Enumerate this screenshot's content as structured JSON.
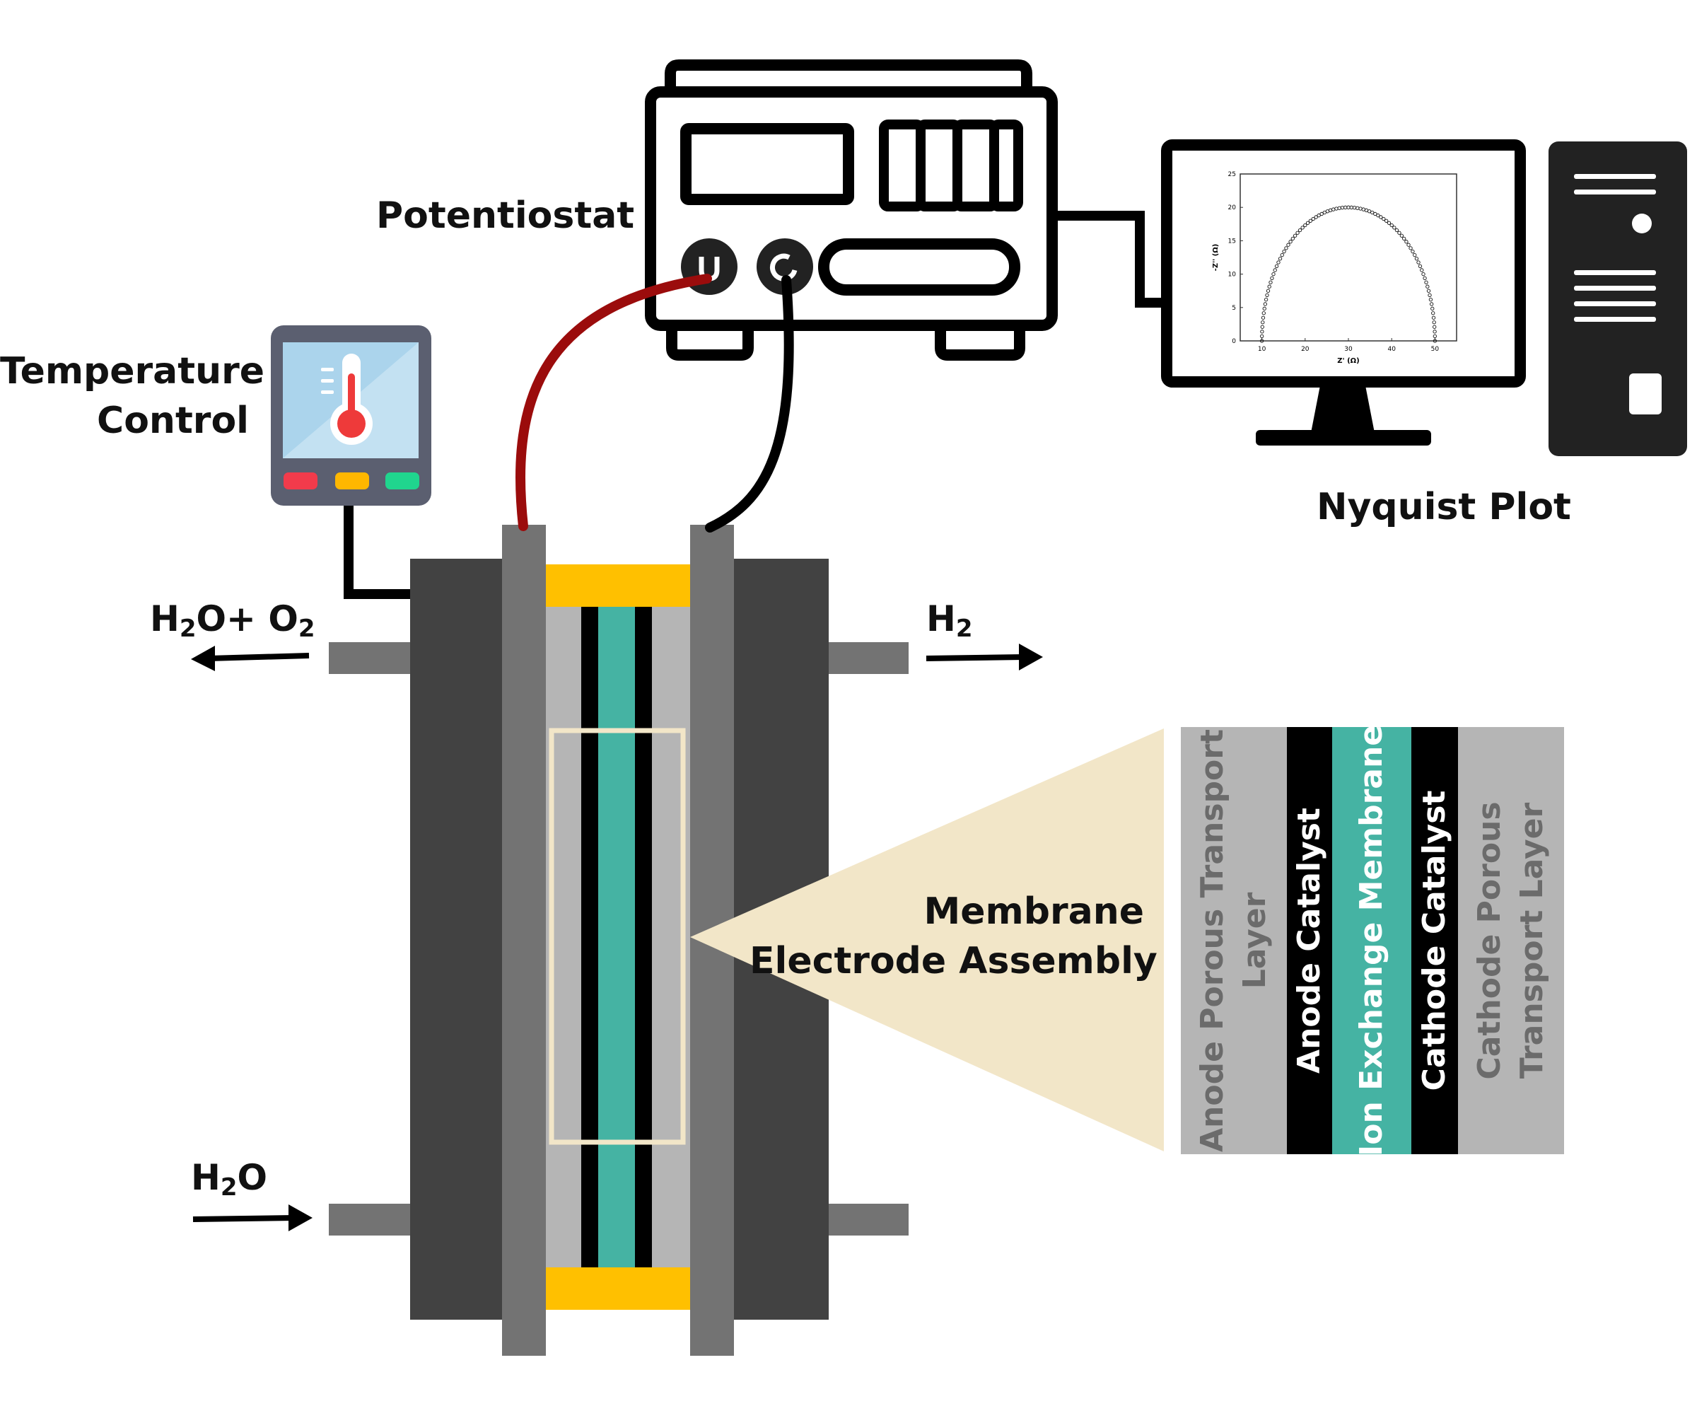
{
  "labels": {
    "potentiostat": "Potentiostat",
    "temperature_control_line1": "Temperature",
    "temperature_control_line2": "Control",
    "nyquist_plot": "Nyquist Plot",
    "mea_line1": "Membrane",
    "mea_line2": "Electrode Assembly",
    "outlet_anode": {
      "a": "H",
      "a_sub": "2",
      "b": "O+ O",
      "b_sub": "2"
    },
    "outlet_cathode": {
      "a": "H",
      "a_sub": "2"
    },
    "inlet": {
      "a": "H",
      "a_sub": "2",
      "b": "O"
    }
  },
  "mea_layers": [
    {
      "line1": "Anode Porous Transport",
      "line2": "Layer",
      "bg": "#b5b5b5",
      "fg": "#6b6b6b"
    },
    {
      "line1": "Anode Catalyst",
      "line2": "",
      "bg": "#000000",
      "fg": "#ffffff"
    },
    {
      "line1": "Ion Exchange Membrane",
      "line2": "",
      "bg": "#45b3a3",
      "fg": "#ffffff"
    },
    {
      "line1": "Cathode Catalyst",
      "line2": "",
      "bg": "#000000",
      "fg": "#ffffff"
    },
    {
      "line1": "Cathode Porous",
      "line2": "Transport Layer",
      "bg": "#b5b5b5",
      "fg": "#6b6b6b"
    }
  ],
  "nyquist": {
    "xlabel": "Z' (Ω)",
    "ylabel": "-Z'' (Ω)",
    "x_ticks": [
      "10",
      "20",
      "30",
      "40",
      "50"
    ],
    "y_ticks": [
      "0",
      "5",
      "10",
      "15",
      "20",
      "25"
    ],
    "xlim": [
      5,
      55
    ],
    "ylim": [
      0,
      25
    ],
    "r_start": 10,
    "r_end": 50
  },
  "colors": {
    "end_plate": "#424242",
    "current_collector": "#737373",
    "gasket": "#ffc000",
    "ptl": "#b5b5b5",
    "catalyst": "#000000",
    "membrane": "#45b3a3",
    "callout": "#f2e6c8",
    "red_wire": "#9b0c0c",
    "black_wire": "#000000"
  },
  "icons": {
    "thermostat": "thermometer-device-icon",
    "computer": "desktop-computer-icon",
    "potentiostat": "potentiostat-device-icon"
  }
}
